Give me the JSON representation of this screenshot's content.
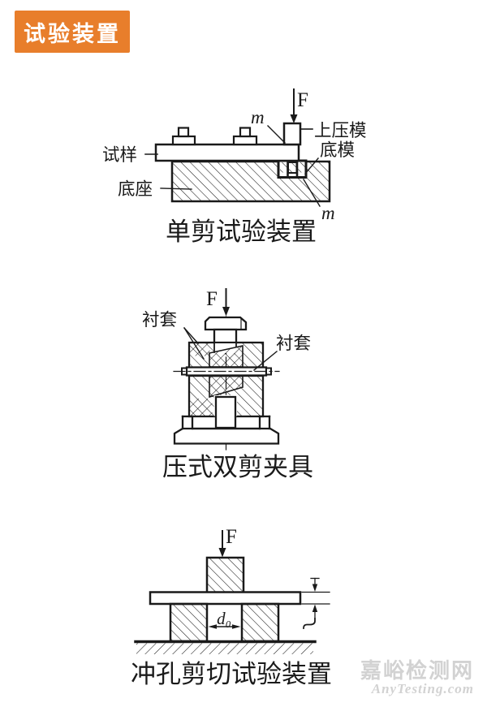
{
  "badge": {
    "label": "试验装置",
    "bg": "#E87E2B",
    "fg": "#FFFFFF"
  },
  "ink": "#1A1A1A",
  "diagrams": [
    {
      "caption": "单剪试验装置",
      "force": "F",
      "shear_mark_top": "m",
      "shear_mark_bottom": "m",
      "specimen": "试样",
      "base": "底座",
      "upper_die": "上压模",
      "bottom_die": "底模"
    },
    {
      "caption": "压式双剪夹具",
      "force": "F",
      "bushing_left": "衬套",
      "bushing_right": "衬套"
    },
    {
      "caption": "冲孔剪切试验装置",
      "force": "F",
      "hole_diameter": "d₀"
    }
  ],
  "watermark": {
    "line1": "嘉峪检测网",
    "line2": "AnyTesting.com",
    "color": "#D2D2D2"
  }
}
